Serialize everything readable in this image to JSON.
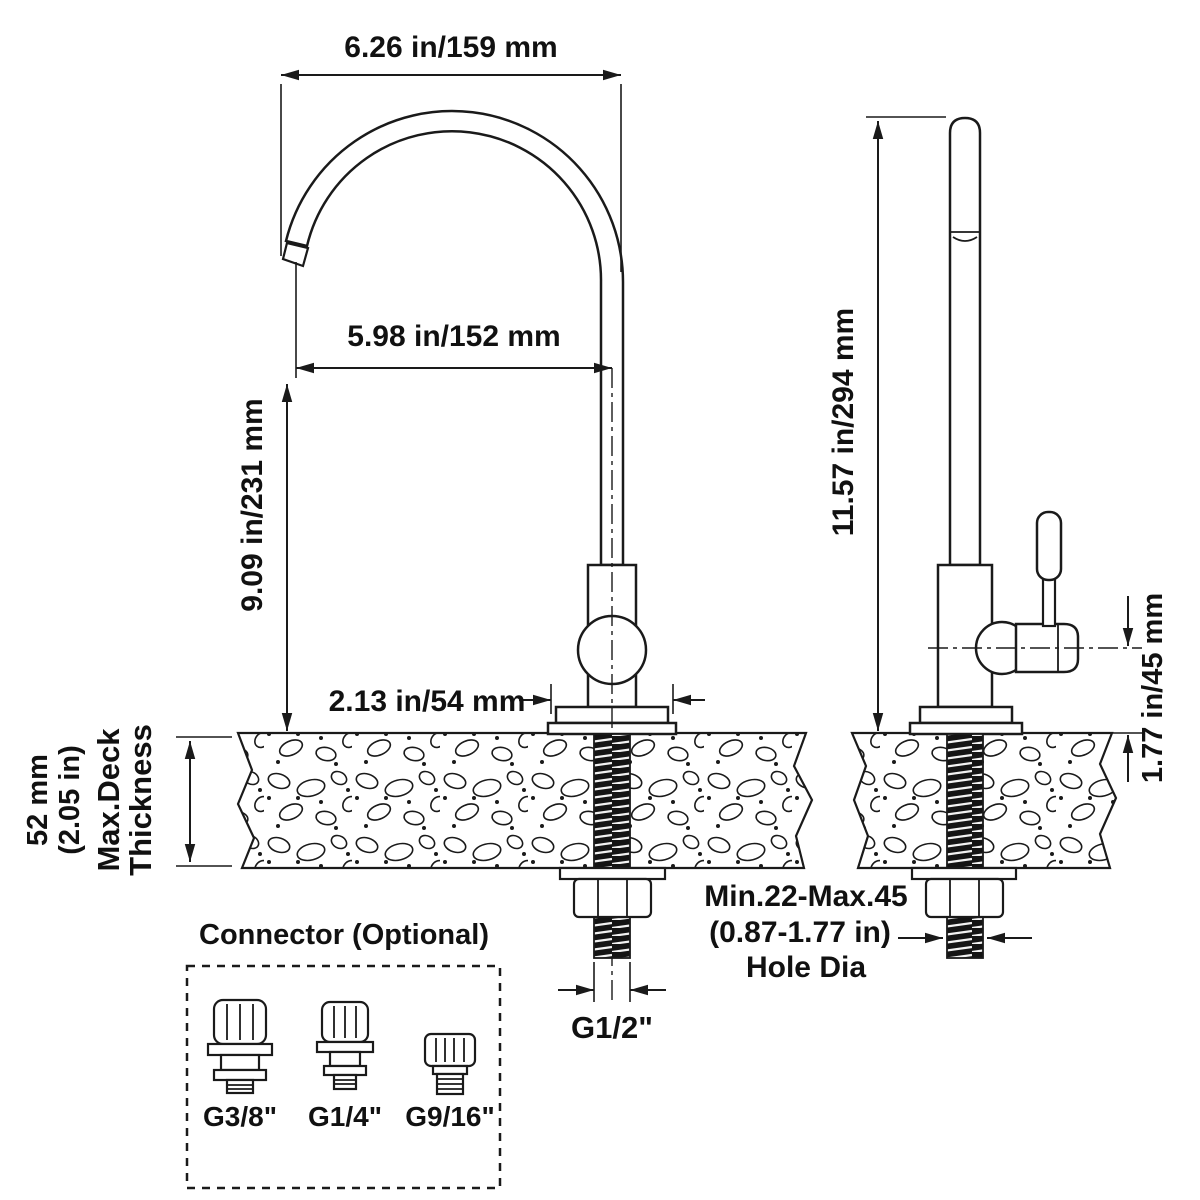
{
  "colors": {
    "ink": "#1a1a1a",
    "background": "#ffffff"
  },
  "diagram": {
    "front_view": {
      "dim_spout_width": "6.26 in/159 mm",
      "dim_spout_reach": "5.98 in/152 mm",
      "dim_spout_height": "9.09 in/231 mm",
      "dim_base_width": "2.13 in/54 mm",
      "dim_thread": "G1/2\""
    },
    "deck": {
      "thickness_value": "52 mm",
      "thickness_value2": "(2.05 in)",
      "thickness_label1": "Max.Deck",
      "thickness_label2": "Thickness"
    },
    "side_view": {
      "dim_total_height": "11.57 in/294 mm",
      "dim_handle_height": "1.77 in/45 mm",
      "hole_dia1": "Min.22-Max.45",
      "hole_dia2": "(0.87-1.77 in)",
      "hole_dia3": "Hole Dia"
    },
    "connectors": {
      "title": "Connector (Optional)",
      "items": [
        {
          "label": "G3/8\""
        },
        {
          "label": "G1/4\""
        },
        {
          "label": "G9/16\""
        }
      ]
    }
  }
}
